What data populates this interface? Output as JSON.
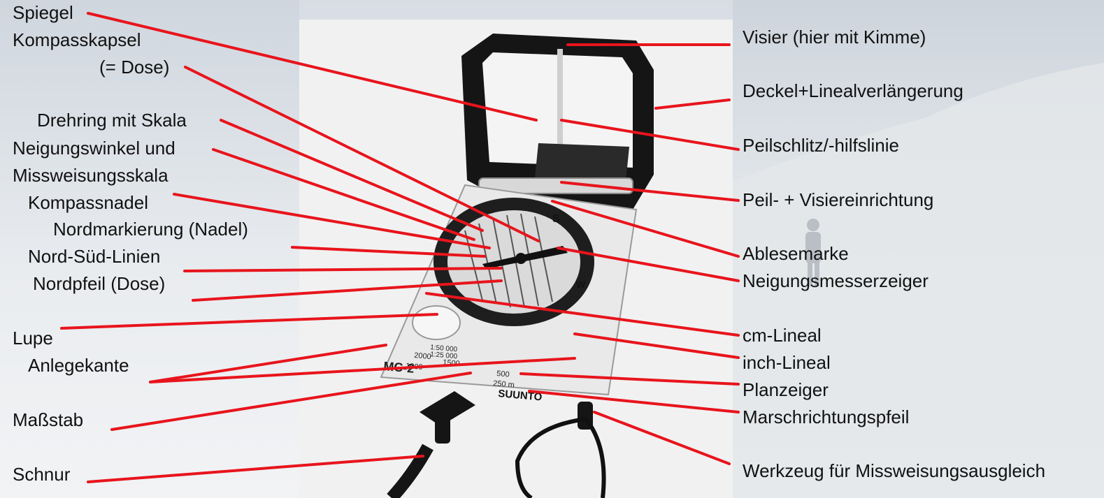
{
  "labels_left": [
    {
      "id": "spiegel",
      "text": "Spiegel"
    },
    {
      "id": "kompasskapsel",
      "text": "Kompasskapsel"
    },
    {
      "id": "dose",
      "text": "(= Dose)"
    },
    {
      "id": "drehring",
      "text": "Drehring mit Skala"
    },
    {
      "id": "neigungswinkel",
      "text": "Neigungswinkel und"
    },
    {
      "id": "missweisungsskala",
      "text": "Missweisungsskala"
    },
    {
      "id": "kompassnadel",
      "text": "Kompassnadel"
    },
    {
      "id": "nordmarkierung",
      "text": "Nordmarkierung (Nadel)"
    },
    {
      "id": "nord-sued-linien",
      "text": "Nord-Süd-Linien"
    },
    {
      "id": "nordpfeil",
      "text": "Nordpfeil (Dose)"
    },
    {
      "id": "lupe",
      "text": "Lupe"
    },
    {
      "id": "anlegekante",
      "text": "Anlegekante"
    },
    {
      "id": "massstab",
      "text": "Maßstab"
    },
    {
      "id": "schnur",
      "text": "Schnur"
    }
  ],
  "labels_right": [
    {
      "id": "visier",
      "text": "Visier (hier mit Kimme)"
    },
    {
      "id": "deckel",
      "text": "Deckel+Linealverlängerung"
    },
    {
      "id": "peilschlitz",
      "text": "Peilschlitz/-hilfslinie"
    },
    {
      "id": "peil-visier",
      "text": "Peil- + Visiereinrichtung"
    },
    {
      "id": "ablesemarke",
      "text": "Ablesemarke"
    },
    {
      "id": "neigungsmesserzeiger",
      "text": "Neigungsmesserzeiger"
    },
    {
      "id": "cm-lineal",
      "text": "cm-Lineal"
    },
    {
      "id": "inch-lineal",
      "text": "inch-Lineal"
    },
    {
      "id": "planzeiger",
      "text": "Planzeiger"
    },
    {
      "id": "marschrichtungspfeil",
      "text": "Marschrichtungspfeil"
    },
    {
      "id": "werkzeug",
      "text": "Werkzeug für Missweisungsausgleich"
    }
  ],
  "compass_markings": {
    "cardinal_s": "S",
    "cardinal_w": "W",
    "brand": "SUUNTO",
    "model": "MC-2",
    "scale_a": "1:50 000",
    "scale_b": "1:25 000",
    "scale_values": [
      "2000",
      "1500",
      "1000",
      "500",
      "250 m"
    ]
  },
  "colors": {
    "leader_line": "#e8141c",
    "label_text": "#111111"
  }
}
